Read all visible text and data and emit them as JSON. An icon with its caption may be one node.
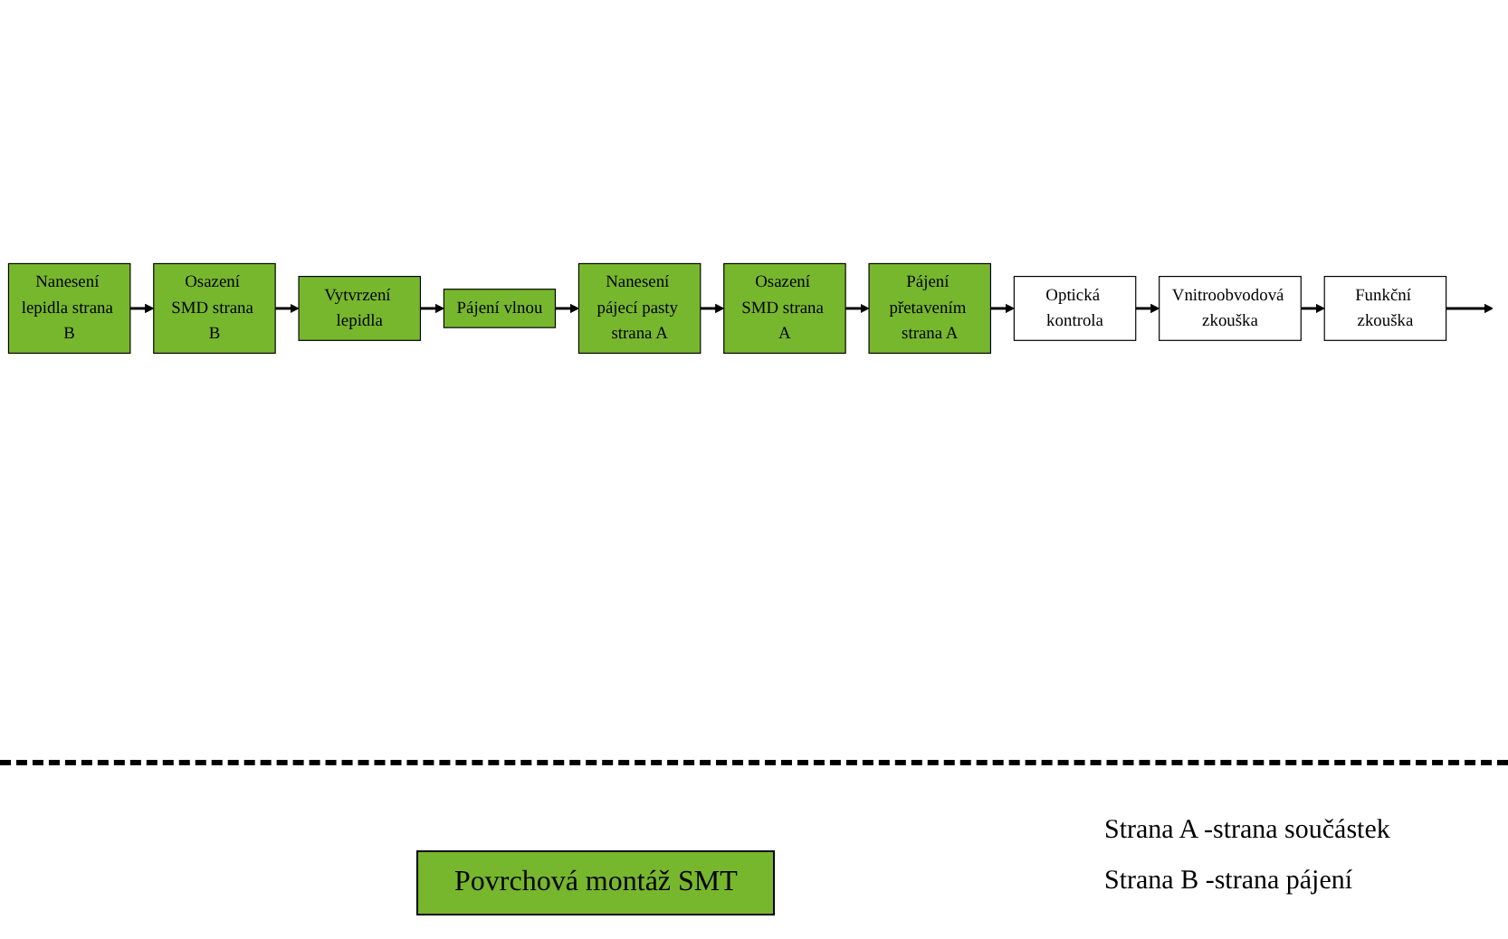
{
  "diagram": {
    "nodes": [
      {
        "text": [
          "Nanesení lepidla strana B"
        ]
      },
      {
        "text": [
          "Osazení SMD strana B"
        ]
      },
      {
        "text": [
          "Vytvrzení lepidla"
        ]
      },
      {
        "text": [
          "Pájení vlnou"
        ]
      },
      {
        "text": [
          "Nanesení pájecí pasty strana A"
        ]
      },
      {
        "text": [
          "Osazení SMD strana A"
        ]
      },
      {
        "text": [
          "Pájení přetavením strana A"
        ]
      },
      {
        "text": [
          "Optická kontrola"
        ]
      },
      {
        "text": [
          "Vnitroobvodová zkouška"
        ]
      },
      {
        "text": [
          "Funkční zkouška"
        ]
      }
    ],
    "edges": [
      {
        "from": 0,
        "to": 1,
        "arrow": "to"
      },
      {
        "from": 1,
        "to": 2,
        "arrow": "to"
      },
      {
        "from": 2,
        "to": 3,
        "arrow": "to"
      },
      {
        "from": 3,
        "to": 4,
        "arrow": "to"
      },
      {
        "from": 4,
        "to": 5,
        "arrow": "to"
      },
      {
        "from": 5,
        "to": 6,
        "arrow": "to"
      },
      {
        "from": 6,
        "to": 7,
        "arrow": "to"
      },
      {
        "from": 7,
        "to": 8,
        "arrow": "to"
      },
      {
        "from": 8,
        "to": 9,
        "arrow": "to"
      },
      {
        "from": 9,
        "to": null,
        "arrow": "to"
      }
    ],
    "labels": [
      "Strana A -strana součástek",
      "Strana B -strana pájení"
    ],
    "legend": [
      {
        "text": "Povrchová montáž SMT",
        "color": "#77b72e"
      }
    ]
  }
}
